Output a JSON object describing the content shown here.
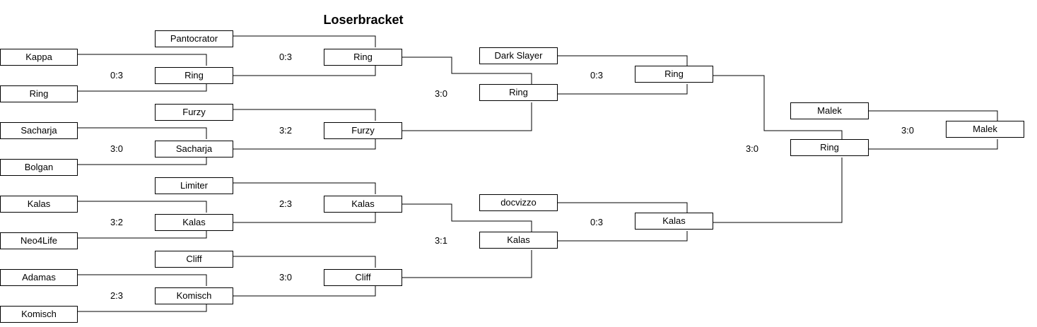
{
  "title": "Loserbracket",
  "players": {
    "r1": [
      "Kappa",
      "Ring",
      "Sacharja",
      "Bolgan",
      "Kalas",
      "Neo4Life",
      "Adamas",
      "Komisch"
    ],
    "r1_winners": [
      "Ring",
      "Sacharja",
      "Kalas",
      "Komisch"
    ],
    "r2_entrants": [
      "Pantocrator",
      "Furzy",
      "Limiter",
      "Cliff"
    ],
    "r2_winners": [
      "Ring",
      "Furzy",
      "Kalas",
      "Cliff"
    ],
    "r3_entrants": [
      "Dark Slayer",
      "docvizzo"
    ],
    "r3_winners": [
      "Ring",
      "Kalas"
    ],
    "r4_winners": [
      "Ring",
      "Kalas"
    ],
    "final_entrant": "Malek",
    "r5_winner": "Ring",
    "champion": "Malek"
  },
  "scores": {
    "r1": [
      "0:3",
      "3:0",
      "3:2",
      "2:3"
    ],
    "r2": [
      "0:3",
      "3:2",
      "2:3",
      "3:0"
    ],
    "r3": [
      "3:0",
      "3:1"
    ],
    "r4": [
      "0:3",
      "0:3"
    ],
    "r5": "3:0",
    "final": "3:0"
  },
  "colors": {
    "line": "#000000",
    "box_border": "#000000",
    "background": "#ffffff"
  }
}
